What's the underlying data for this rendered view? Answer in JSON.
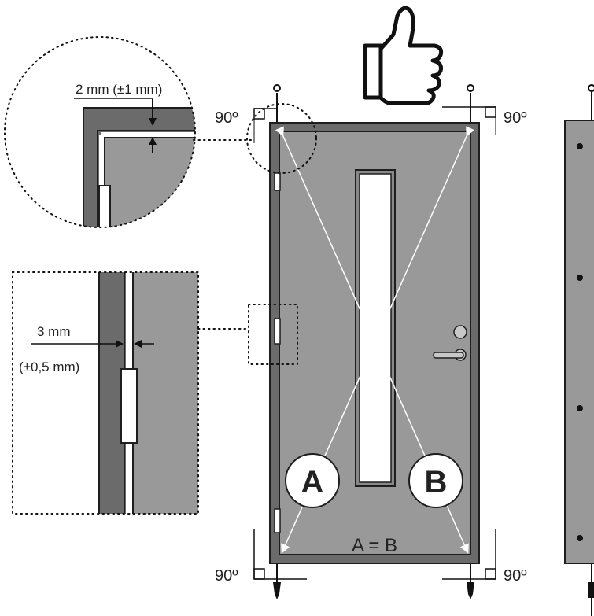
{
  "detail_top": {
    "gap_label": "2 mm (±1 mm)"
  },
  "detail_side": {
    "gap_label": "3 mm",
    "tolerance_label": "(±0,5 mm)"
  },
  "angles": {
    "top_left": "90º",
    "top_right": "90º",
    "bottom_left": "90º",
    "bottom_right": "90º"
  },
  "diagonals": {
    "a_label": "A",
    "b_label": "B",
    "equation": "A = B"
  },
  "icons": {
    "approval": "thumbs-up-icon"
  },
  "colors": {
    "frame": "#6b6b6b",
    "leaf": "#999999",
    "glass": "#ffffff",
    "outline": "#1e1e1e"
  }
}
